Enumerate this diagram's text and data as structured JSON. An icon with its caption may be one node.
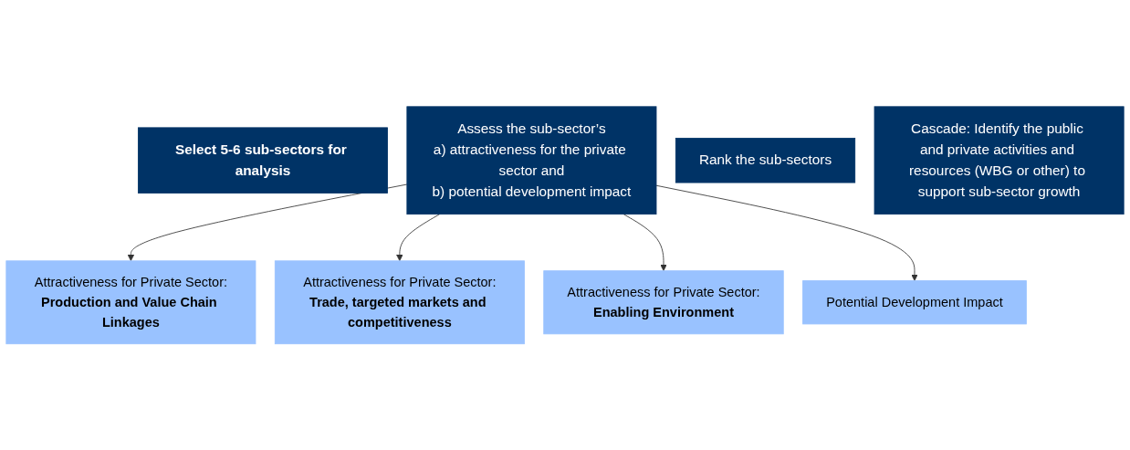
{
  "diagram": {
    "nodes": [
      {
        "text": [
          "Select 5-6 sub-sectors for analysis"
        ]
      },
      {
        "text": [
          "Assess the sub-sector’s",
          "a) attractiveness for the private sector and",
          "b) potential development impact"
        ]
      },
      {
        "text": [
          "Rank the sub-sectors"
        ]
      },
      {
        "text": [
          "Cascade: Identify the public and private activities and resources (WBG or other) to support sub-sector growth"
        ]
      },
      {
        "text": [
          "Attractiveness for Private Sector:",
          "Production and Value Chain Linkages"
        ]
      },
      {
        "text": [
          "Attractiveness for Private Sector:",
          "Trade, targeted markets and competitiveness"
        ]
      },
      {
        "text": [
          "Attractiveness for Private Sector:",
          "Enabling Environment"
        ]
      },
      {
        "text": [
          "Potential Development Impact"
        ]
      }
    ],
    "edges": [
      {
        "from": 1,
        "to": 4,
        "arrow": "to"
      },
      {
        "from": 1,
        "to": 5,
        "arrow": "to"
      },
      {
        "from": 1,
        "to": 6,
        "arrow": "to"
      },
      {
        "from": 1,
        "to": 7,
        "arrow": "to"
      }
    ]
  }
}
